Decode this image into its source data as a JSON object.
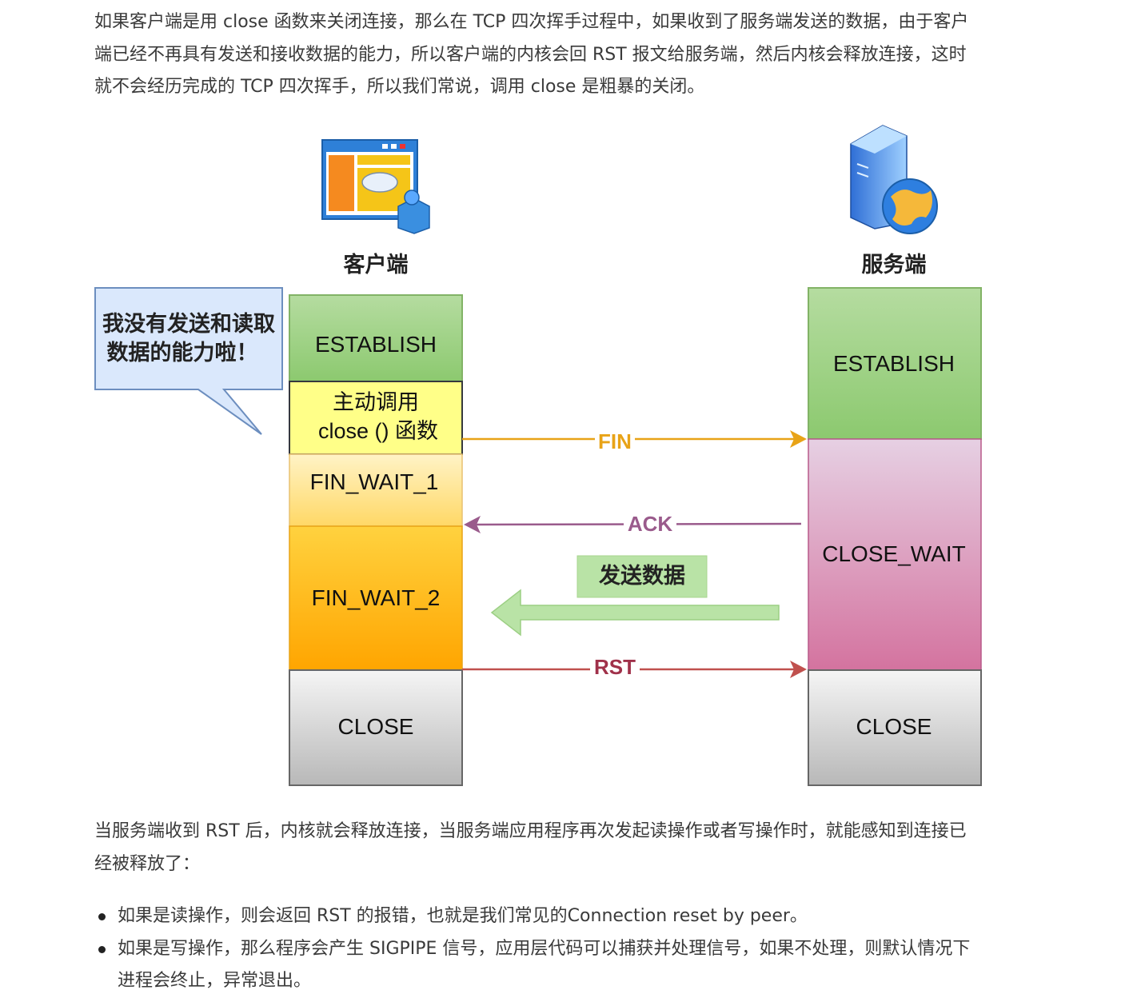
{
  "intro_paragraph": "如果客户端是用 close 函数来关闭连接，那么在 TCP 四次挥手过程中，如果收到了服务端发送的数据，由于客户端已经不再具有发送和接收数据的能力，所以客户端的内核会回 RST 报文给服务端，然后内核会释放连接，这时就不会经历完成的 TCP 四次挥手，所以我们常说，调用 close 是粗暴的关闭。",
  "diagram": {
    "client_label": "客户端",
    "server_label": "服务端",
    "speech_bubble": [
      "我没有发送和读取",
      "数据的能力啦！"
    ],
    "client_states": {
      "establish": "ESTABLISH",
      "close_call": [
        "主动调用",
        "close () 函数"
      ],
      "fin_wait_1": "FIN_WAIT_1",
      "fin_wait_2": "FIN_WAIT_2",
      "close": "CLOSE"
    },
    "server_states": {
      "establish": "ESTABLISH",
      "close_wait": "CLOSE_WAIT",
      "close": "CLOSE"
    },
    "messages": {
      "fin": "FIN",
      "ack": "ACK",
      "send_data": "发送数据",
      "rst": "RST"
    },
    "colors": {
      "fin": "#e8a317",
      "ack": "#9a5b8c",
      "rst": "#c0504d",
      "data_arrow": "#b9e3a6"
    }
  },
  "result_paragraph": "当服务端收到 RST 后，内核就会释放连接，当服务端应用程序再次发起读操作或者写操作时，就能感知到连接已经被释放了：",
  "bullets": [
    "如果是读操作，则会返回 RST 的报错，也就是我们常见的Connection reset by peer。",
    "如果是写操作，那么程序会产生 SIGPIPE 信号，应用层代码可以捕获并处理信号，如果不处理，则默认情况下进程会终止，异常退出。"
  ]
}
